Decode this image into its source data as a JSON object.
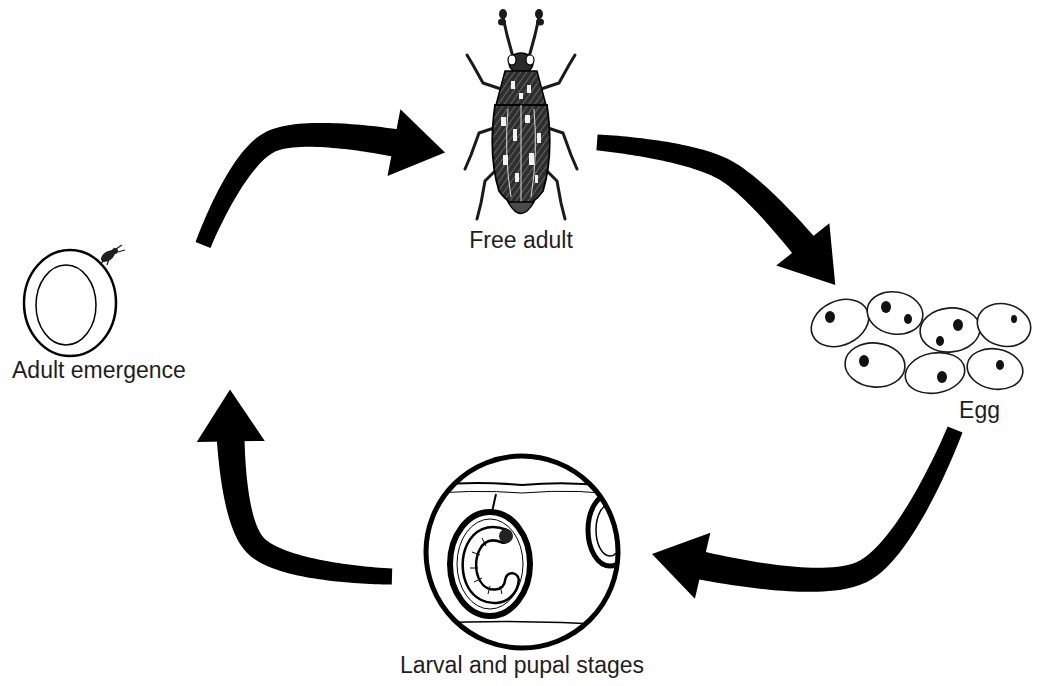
{
  "diagram": {
    "nodes": [
      {
        "text": [
          "Free adult"
        ]
      },
      {
        "text": [
          "Egg"
        ]
      },
      {
        "text": [
          "Larval and pupal stages"
        ]
      },
      {
        "text": [
          "Adult emergence"
        ]
      }
    ],
    "edges": [
      {
        "from": 0,
        "to": 1,
        "arrow": "to"
      },
      {
        "from": 1,
        "to": 2,
        "arrow": "to"
      },
      {
        "from": 2,
        "to": 3,
        "arrow": "to"
      },
      {
        "from": 3,
        "to": 0,
        "arrow": "to"
      }
    ]
  }
}
